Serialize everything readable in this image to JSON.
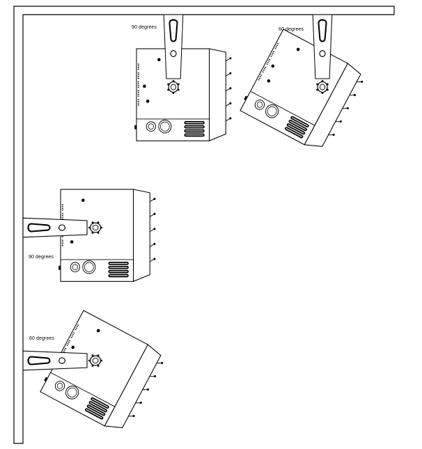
{
  "diagram": {
    "labels": {
      "ceiling_vertical": "90 degrees",
      "ceiling_tilted": "60 degrees",
      "wall_horizontal": "90 degrees",
      "wall_tilted": "60 degrees"
    },
    "mounts": [
      {
        "id": "ceiling-90",
        "surface": "ceiling",
        "angle": 90
      },
      {
        "id": "ceiling-60",
        "surface": "ceiling",
        "angle": 60
      },
      {
        "id": "wall-90",
        "surface": "wall",
        "angle": 90
      },
      {
        "id": "wall-60",
        "surface": "wall",
        "angle": 60
      }
    ],
    "colors": {
      "line": "#000000",
      "background": "#ffffff"
    }
  }
}
